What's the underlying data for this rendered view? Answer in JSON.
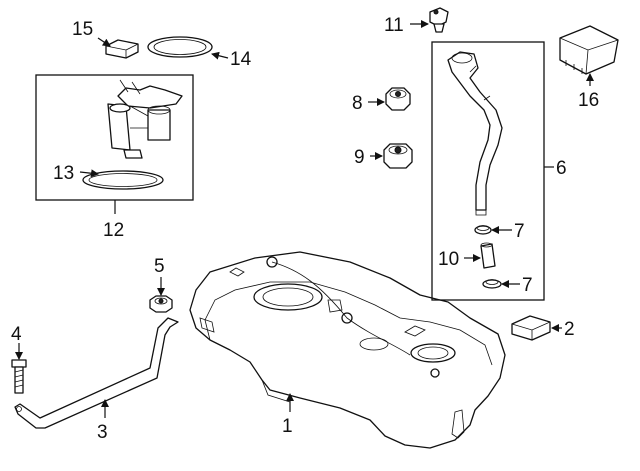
{
  "diagram": {
    "callouts": [
      {
        "id": "1",
        "label": "1"
      },
      {
        "id": "2",
        "label": "2"
      },
      {
        "id": "3",
        "label": "3"
      },
      {
        "id": "4",
        "label": "4"
      },
      {
        "id": "5",
        "label": "5"
      },
      {
        "id": "6",
        "label": "6"
      },
      {
        "id": "7a",
        "label": "7"
      },
      {
        "id": "7b",
        "label": "7"
      },
      {
        "id": "8",
        "label": "8"
      },
      {
        "id": "9",
        "label": "9"
      },
      {
        "id": "10",
        "label": "10"
      },
      {
        "id": "11",
        "label": "11"
      },
      {
        "id": "12",
        "label": "12"
      },
      {
        "id": "13",
        "label": "13"
      },
      {
        "id": "14",
        "label": "14"
      },
      {
        "id": "15",
        "label": "15"
      },
      {
        "id": "16",
        "label": "16"
      }
    ]
  }
}
